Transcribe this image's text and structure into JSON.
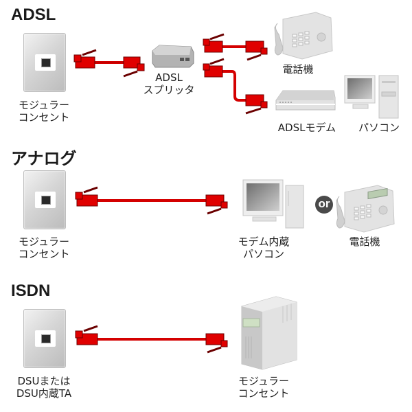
{
  "sections": [
    {
      "title": "ADSL",
      "outlet_label": [
        "モジュラー",
        "コンセント"
      ],
      "splitter_label": [
        "ADSL",
        "スプリッタ"
      ],
      "phone_label": "電話機",
      "modem_label": "ADSLモデム",
      "pc_label": "パソコン"
    },
    {
      "title": "アナログ",
      "outlet_label": [
        "モジュラー",
        "コンセント"
      ],
      "pc_label": [
        "モデム内蔵",
        "パソコン"
      ],
      "or_badge": "or",
      "phone_label": "電話機"
    },
    {
      "title": "ISDN",
      "outlet_label": [
        "DSUまたは",
        "DSU内蔵TA"
      ],
      "server_label": [
        "モジュラー",
        "コンセント"
      ]
    }
  ],
  "colors": {
    "cable": "#d40000",
    "cable_outline": "#7a0000",
    "device_gray": "#d9d9d9",
    "or_badge": "#4a4a4a"
  }
}
